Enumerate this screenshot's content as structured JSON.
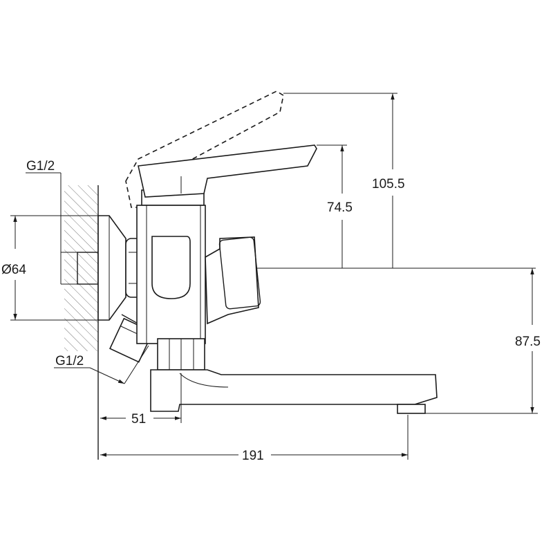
{
  "drawing": {
    "inlet_thread_top": "G1/2",
    "inlet_thread_bottom": "G1/2",
    "flange_diameter": "Ø64",
    "dimensions": {
      "center_to_wall_outlet": "51",
      "overall_length": "191",
      "handle_height": "74.5",
      "handle_raised_height": "105.5",
      "spout_drop": "87.5"
    }
  }
}
